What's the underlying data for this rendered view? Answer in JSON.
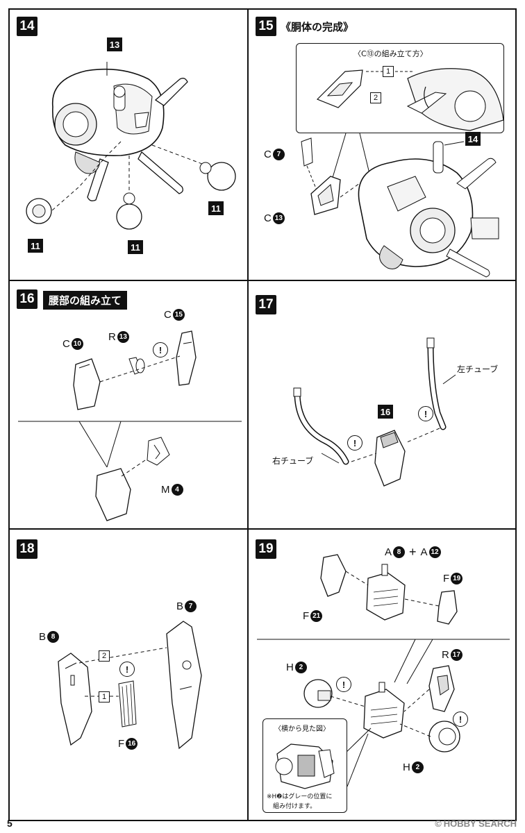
{
  "page_number": "5",
  "watermark": {
    "icon": "copyright-icon",
    "text": "HOBBY SEARCH"
  },
  "steps": {
    "s14": {
      "number": "14",
      "callouts": [
        "13",
        "11",
        "11",
        "11"
      ]
    },
    "s15": {
      "number": "15",
      "title": "《胴体の完成》",
      "inset_title": "〈C⑬の組み立て方〉",
      "inset_order": [
        "1",
        "2"
      ],
      "parts": [
        {
          "letter": "C",
          "num": "7"
        },
        {
          "letter": "C",
          "num": "13"
        }
      ],
      "callout": "14"
    },
    "s16": {
      "number": "16",
      "title": "腰部の組み立て",
      "parts": [
        {
          "letter": "C",
          "num": "10"
        },
        {
          "letter": "R",
          "num": "13"
        },
        {
          "letter": "C",
          "num": "15"
        },
        {
          "letter": "M",
          "num": "4"
        }
      ],
      "warning": "!"
    },
    "s17": {
      "number": "17",
      "callout": "16",
      "left_tube": "左チューブ",
      "right_tube": "右チューブ",
      "warning": "!"
    },
    "s18": {
      "number": "18",
      "parts": [
        {
          "letter": "B",
          "num": "7"
        },
        {
          "letter": "B",
          "num": "8"
        },
        {
          "letter": "F",
          "num": "16"
        }
      ],
      "order": [
        "1",
        "2"
      ],
      "warning": "!"
    },
    "s19": {
      "number": "19",
      "top_combo": {
        "a1": {
          "letter": "A",
          "num": "8"
        },
        "plus": "+",
        "a2": {
          "letter": "A",
          "num": "12"
        }
      },
      "parts": [
        {
          "letter": "F",
          "num": "19"
        },
        {
          "letter": "F",
          "num": "21"
        },
        {
          "letter": "H",
          "num": "2"
        },
        {
          "letter": "R",
          "num": "17"
        },
        {
          "letter": "H",
          "num": "2"
        }
      ],
      "inset_title": "〈横から見た図〉",
      "note_line1": "※H❷はグレーの位置に",
      "note_line2": "組み付けます。",
      "warning": "!"
    }
  }
}
